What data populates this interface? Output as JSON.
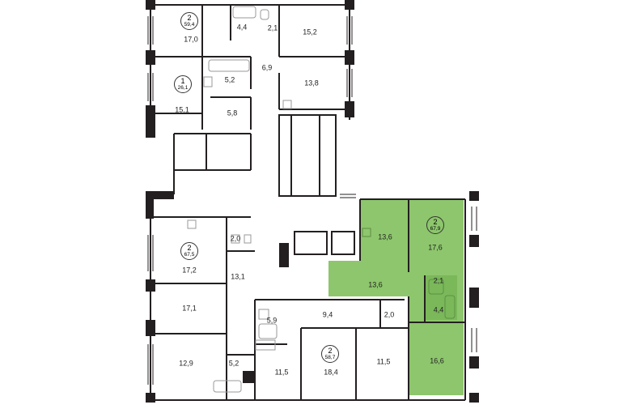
{
  "colors": {
    "wall": "#231f20",
    "highlight": "#8dc66c",
    "highlight_dark": "#7ab85a",
    "fixture": "#9a9a9a",
    "background": "#ffffff"
  },
  "apartments": [
    {
      "rooms": "2",
      "area": "59,4"
    },
    {
      "rooms": "1",
      "area": "26,1"
    },
    {
      "rooms": "2",
      "area": "67,9",
      "highlighted": true
    },
    {
      "rooms": "2",
      "area": "67,5"
    },
    {
      "rooms": "2",
      "area": "58,7"
    }
  ],
  "room_labels": [
    "17,0",
    "4,4",
    "2,1",
    "15,2",
    "5,2",
    "6,9",
    "13,8",
    "15,1",
    "5,8",
    "13,6",
    "17,6",
    "2,0",
    "17,2",
    "13,1",
    "13,6",
    "2,1",
    "4,4",
    "17,1",
    "5,9",
    "9,4",
    "2,0",
    "16,6",
    "12,9",
    "5,2",
    "11,5",
    "18,4",
    "11,5"
  ]
}
